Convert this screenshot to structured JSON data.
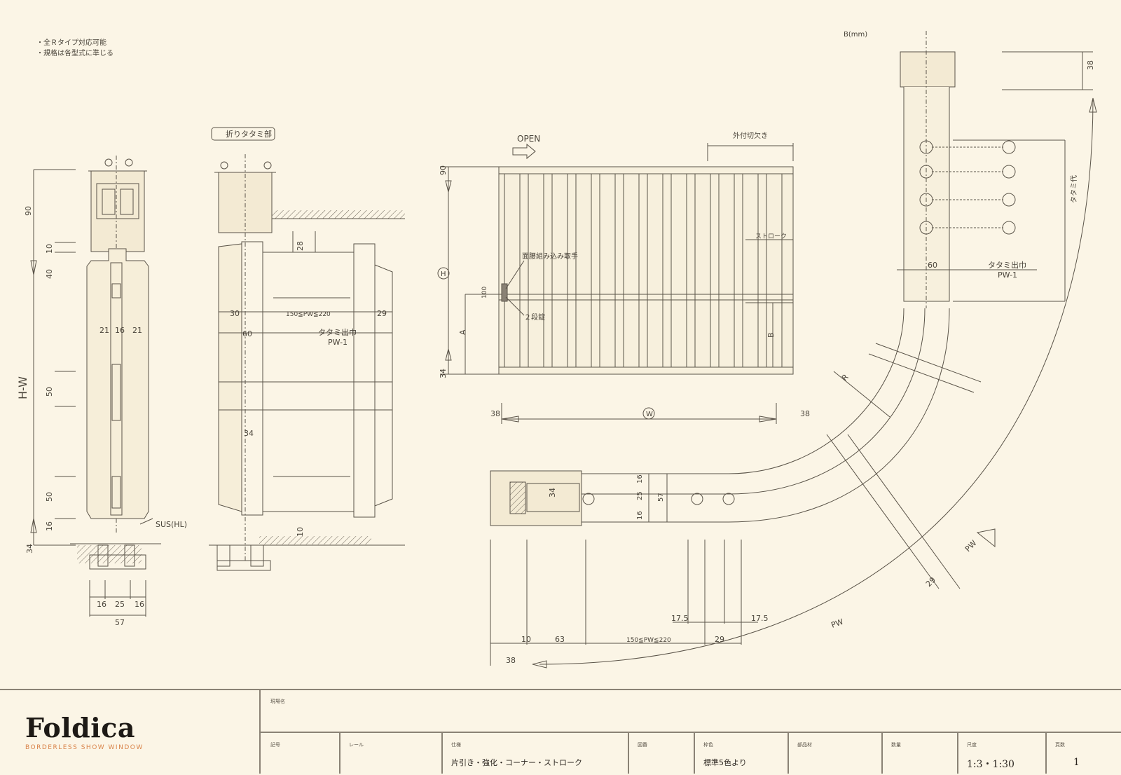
{
  "notes": [
    "・全Ｒタイプ対応可能",
    "・規格は各型式に準じる"
  ],
  "brand": {
    "name": "Foldica",
    "tagline": "BORDERLESS SHOW WINDOW"
  },
  "drawing": {
    "header_unit": "B(mm)",
    "open_label": "OPEN",
    "fold_section_label": "折りタタミ部",
    "leaf_size_label": "外付切欠き",
    "stroke_label": "ストローク",
    "folding_out_label": "タタミ出巾",
    "tatami_label": "タタミ代",
    "handle_label": "面腰組み込み取手",
    "lock_label": "２段錠",
    "sus_label": "SUS(HL)",
    "dims": {
      "d90": "90",
      "d10": "10",
      "d40": "40",
      "d50": "50",
      "d16": "16",
      "d34": "34",
      "d21": "21",
      "d57": "57",
      "d25": "25",
      "d28": "28",
      "d30": "30",
      "d60": "60",
      "d29": "29",
      "d38": "38",
      "d63": "63",
      "d17_5": "17.5",
      "d100": "100",
      "pw_range": "150≦PW≦220",
      "pw1": "PW-1",
      "pw": "PW",
      "h": "H",
      "w": "W",
      "a": "A",
      "b": "B",
      "r": "R",
      "hw": "H-W"
    }
  },
  "title_block": {
    "project_label": "現場名",
    "cells": [
      {
        "label": "記号",
        "value": ""
      },
      {
        "label": "レール",
        "value": ""
      },
      {
        "label": "仕様",
        "value": "片引き・強化・コーナー・ストローク"
      },
      {
        "label": "図番",
        "value": ""
      },
      {
        "label": "枠色",
        "value": "標準5色より"
      },
      {
        "label": "部品材",
        "value": ""
      },
      {
        "label": "数量",
        "value": ""
      },
      {
        "label": "尺度",
        "value": "1:3・1:30"
      },
      {
        "label": "頁数",
        "value": "1"
      }
    ]
  }
}
